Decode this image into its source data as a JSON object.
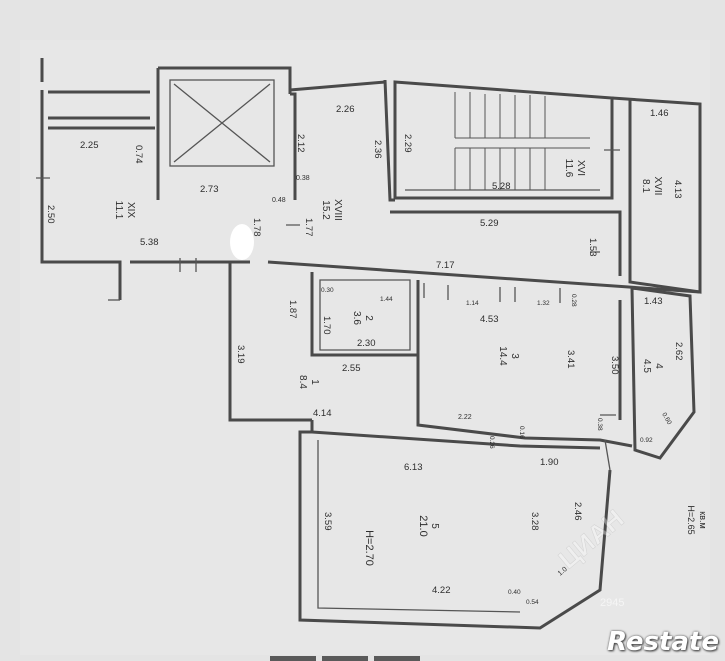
{
  "brand": {
    "text": "Restate"
  },
  "watermark": {
    "text": "ЦИАН",
    "number": "2945"
  },
  "corner_note": {
    "line1": "кв.м",
    "line2": "H=2.65"
  },
  "rooms": {
    "xix": {
      "roman": "XIX",
      "area": "11.1"
    },
    "xviii": {
      "roman": "XVIII",
      "area": "15.2"
    },
    "xvi": {
      "roman": "XVI",
      "area": "11.6"
    },
    "xvii": {
      "roman": "XVII",
      "area": "8.1"
    },
    "r1": {
      "num": "1",
      "area": "8.4"
    },
    "r2": {
      "num": "2",
      "area": "3.6"
    },
    "r3": {
      "num": "3",
      "area": "14.4"
    },
    "r4": {
      "num": "4",
      "area": "4.5"
    },
    "r5": {
      "num": "5",
      "area": "21.0",
      "height": "H=2.70"
    }
  },
  "dimensions": {
    "d2_26": "2.26",
    "d2_25": "2.25",
    "d0_74": "0.74",
    "d2_12": "2.12",
    "d2_36": "2.36",
    "d2_29": "2.29",
    "d1_46": "1.46",
    "d4_13": "4.13",
    "d2_73": "2.73",
    "d0_38": "0.38",
    "d0_48": "0.48",
    "d2_50": "2.50",
    "d5_38": "5.38",
    "d1_78": "1.78",
    "d1_77": "1.77",
    "d5_28": "5.28",
    "d5_29": "5.29",
    "d1_53": "1.53",
    "d7_17": "7.17",
    "d1_87": "1.87",
    "d0_30a": "0.30",
    "d1_44": "1.44",
    "d1_70": "1.70",
    "d2_30": "2.30",
    "d1_14": "1.14",
    "d1_32": "1.32",
    "d0_28": "0.28",
    "d4_53": "4.53",
    "d1_43": "1.43",
    "d2_62": "2.62",
    "d3_19": "3.19",
    "d2_55": "2.55",
    "d3_41": "3.41",
    "d3_50": "3.50",
    "d4_14": "4.14",
    "d2_22": "2.22",
    "d0_16": "0.16",
    "d0_38b": "0.38",
    "d0_92": "0.92",
    "d0_60": "0.60",
    "d0_26": "0.26",
    "d1_90": "1.90",
    "d6_13": "6.13",
    "d2_46": "2.46",
    "d3_59": "3.59",
    "d3_28": "3.28",
    "d4_22": "4.22",
    "d0_40": "0.40",
    "d0_54": "0.54",
    "d1_0": "1.0"
  }
}
